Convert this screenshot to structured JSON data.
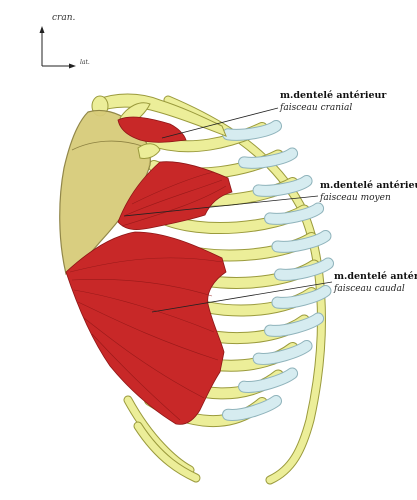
{
  "axes": {
    "cranial": "cran.",
    "lateral": "lat."
  },
  "labels": [
    {
      "title": "m.dentelé antérieur",
      "subtitle": "faisceau cranial"
    },
    {
      "title": "m.dentelé antérieur",
      "subtitle": "faisceau moyen"
    },
    {
      "title": "m.dentelé antérieur",
      "subtitle": "faisceau caudal"
    }
  ],
  "colors": {
    "bone": "#ecee99",
    "bone_outline": "#9a9a3c",
    "cartilage": "#d6ecf0",
    "cartilage_outline": "#8fb3bb",
    "muscle": "#c82828",
    "muscle_dark": "#8e1616",
    "scapula": "#d8cc7a",
    "scapula_outline": "#8c8140"
  }
}
